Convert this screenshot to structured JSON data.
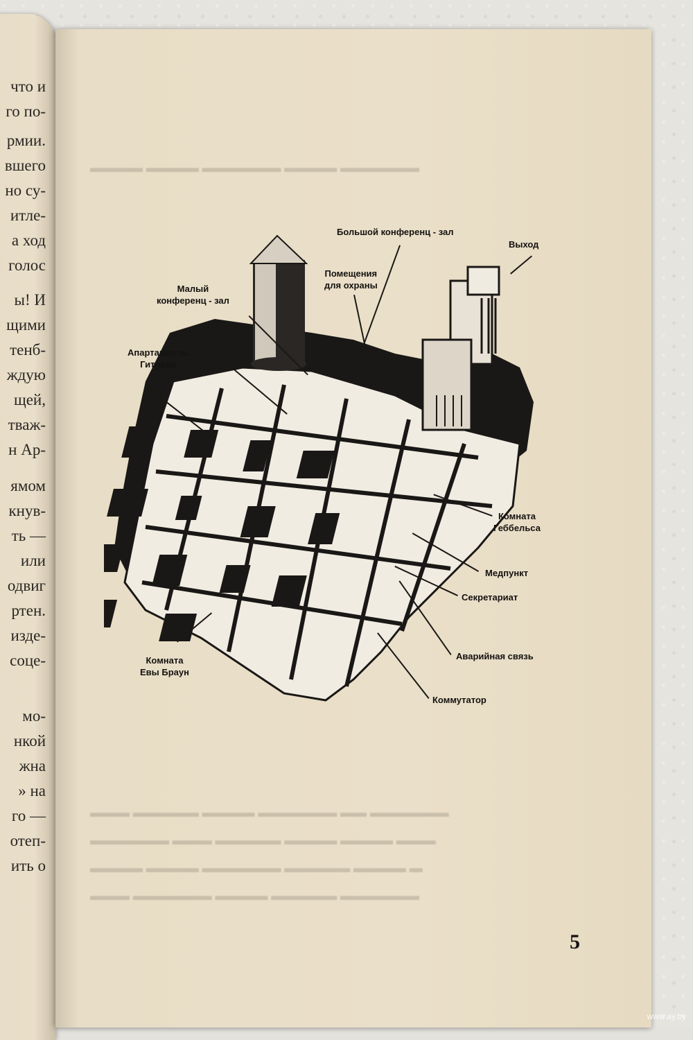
{
  "left_page": {
    "lines": [
      "что и",
      "го по-",
      "рмии.",
      "вшего",
      "но су-",
      "итле-",
      "а ход",
      "голос",
      "ы! И",
      "щими",
      "тенб-",
      "ждую",
      "щей,",
      "тваж-",
      "н Ар-",
      "ямом",
      "кнув-",
      "ть —",
      "или",
      "одвиг",
      "ртен.",
      "изде-",
      "соце-",
      "мо-",
      "нкой",
      "жна",
      "» на",
      "го —",
      "отеп-",
      "ить о"
    ]
  },
  "figure": {
    "labels": {
      "big_hall": "Большой конференц - зал",
      "exit": "Выход",
      "guards": "Помещения\nдля охраны",
      "small_hall": "Малый\nконференц - зал",
      "hitler": "Апартаменты\nГитлера",
      "goebbels": "Комната\nГеббельса",
      "medpunkt": "Медпункт",
      "secretariat": "Секретариат",
      "emergency": "Аварийная связь",
      "switchboard": "Коммутатор",
      "eva": "Комната\nЕвы Браун"
    }
  },
  "page_number": "5",
  "watermark": "www.ay.by"
}
